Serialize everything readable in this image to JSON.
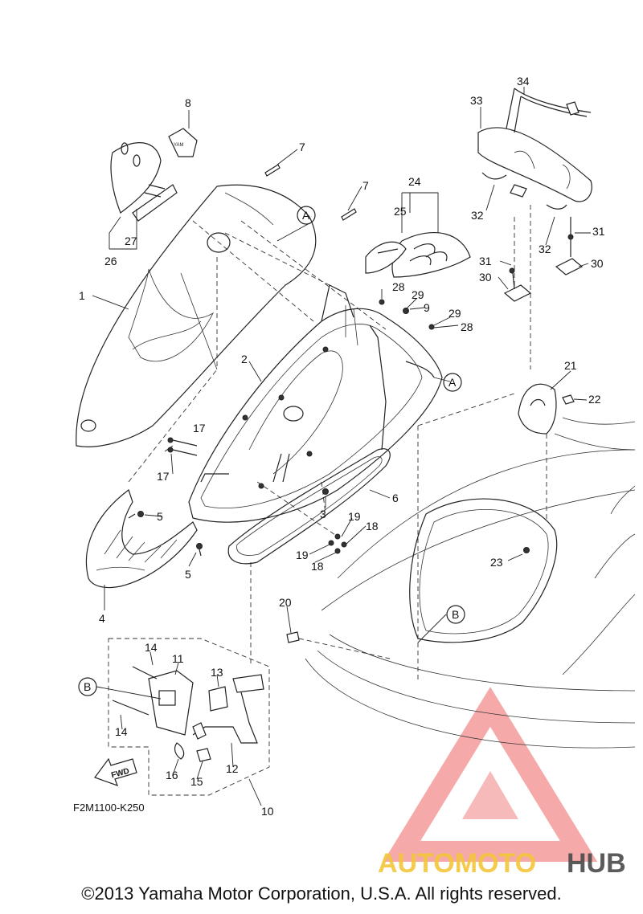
{
  "diagram": {
    "code": "F2M1100-K250",
    "fwd_label": "FWD",
    "ref_a": "A",
    "ref_b": "B",
    "part_labels": [
      "1",
      "2",
      "3",
      "4",
      "5",
      "6",
      "7",
      "8",
      "9",
      "10",
      "11",
      "12",
      "13",
      "14",
      "15",
      "16",
      "17",
      "18",
      "19",
      "20",
      "21",
      "22",
      "23",
      "24",
      "25",
      "26",
      "27",
      "28",
      "29",
      "30",
      "31",
      "32",
      "33",
      "34"
    ]
  },
  "watermark": {
    "part1": "AUTOMOTO",
    "part2": "HUB",
    "colors": {
      "primary": "#f28c8c",
      "accent": "#f3c63a",
      "dark": "#333333"
    }
  },
  "footer": {
    "copyright": "©2013 Yamaha Motor Corporation, U.S.A. All rights reserved."
  }
}
